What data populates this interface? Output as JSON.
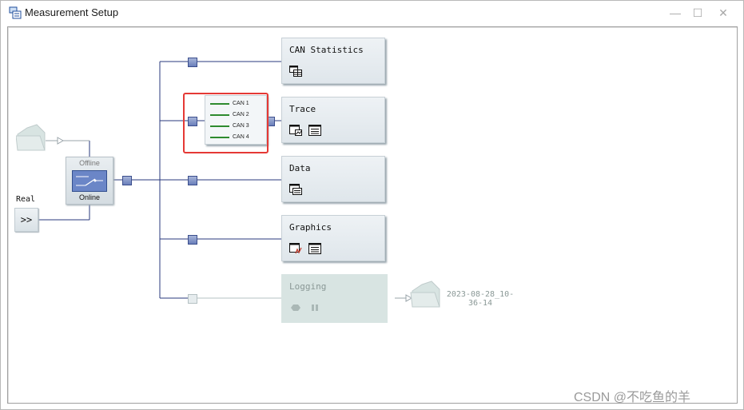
{
  "window": {
    "title": "Measurement Setup",
    "minimize_glyph": "—",
    "maximize_glyph": "☐",
    "close_glyph": "✕"
  },
  "source": {
    "offline_label": "Offline",
    "online_label": "Online",
    "real_label": "Real",
    "real_glyph": ">>"
  },
  "filter": {
    "channels": [
      "CAN 1",
      "CAN 2",
      "CAN 3",
      "CAN 4"
    ],
    "line_color": "#2e8b2e",
    "highlight_color": "#e53935"
  },
  "blocks": {
    "can_statistics": {
      "title": "CAN Statistics",
      "icon": "statistics-table-icon"
    },
    "trace": {
      "title": "Trace",
      "icons": [
        "window-icon",
        "list-icon"
      ]
    },
    "data": {
      "title": "Data",
      "icon": "data-window-icon"
    },
    "graphics": {
      "title": "Graphics",
      "icons": [
        "graph-window-icon",
        "list-icon"
      ]
    },
    "logging": {
      "title": "Logging",
      "icons": [
        "stop-icon",
        "pause-icon"
      ],
      "state": "disabled"
    }
  },
  "logging_file": {
    "line1": "2023-08-28_10-",
    "line2": "36-14"
  },
  "watermark": "CSDN @不吃鱼的羊",
  "colors": {
    "wire": "#2a3a7c",
    "disabled_wire": "#b5c1c3",
    "node": "#6a7fbb"
  }
}
